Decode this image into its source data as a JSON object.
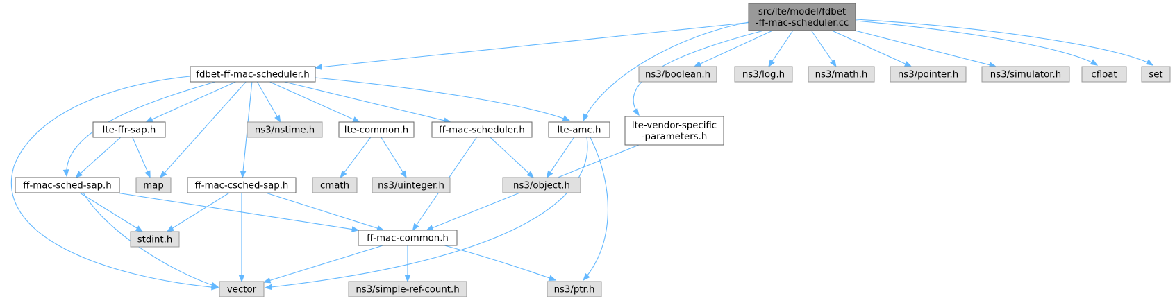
{
  "diagram": {
    "title": "Include dependency graph for fdbet-ff-mac-scheduler.cc",
    "nodes": {
      "root": [
        "src/lte/model/fdbet",
        "-ff-mac-scheduler.cc"
      ],
      "fdbet_h": [
        "fdbet-ff-mac-scheduler.h"
      ],
      "boolean": [
        "ns3/boolean.h"
      ],
      "log": [
        "ns3/log.h"
      ],
      "math": [
        "ns3/math.h"
      ],
      "pointer": [
        "ns3/pointer.h"
      ],
      "simulator": [
        "ns3/simulator.h"
      ],
      "cfloat": [
        "cfloat"
      ],
      "set": [
        "set"
      ],
      "lteffr": [
        "lte-ffr-sap.h"
      ],
      "nstime": [
        "ns3/nstime.h"
      ],
      "ltecommon": [
        "lte-common.h"
      ],
      "ffmacsched_h": [
        "ff-mac-scheduler.h"
      ],
      "lteamc": [
        "lte-amc.h"
      ],
      "vendor": [
        "lte-vendor-specific",
        "-parameters.h"
      ],
      "schedsap": [
        "ff-mac-sched-sap.h"
      ],
      "map": [
        "map"
      ],
      "cschedsap": [
        "ff-mac-csched-sap.h"
      ],
      "cmath": [
        "cmath"
      ],
      "uinteger": [
        "ns3/uinteger.h"
      ],
      "object": [
        "ns3/object.h"
      ],
      "stdint": [
        "stdint.h"
      ],
      "common": [
        "ff-mac-common.h"
      ],
      "vector": [
        "vector"
      ],
      "simpleref": [
        "ns3/simple-ref-count.h"
      ],
      "ptr": [
        "ns3/ptr.h"
      ]
    },
    "node_kinds": {
      "file": "root",
      "local_header": "doc",
      "system_header": "sys"
    },
    "edges": [
      [
        "root",
        "fdbet_h"
      ],
      [
        "root",
        "boolean"
      ],
      [
        "root",
        "log"
      ],
      [
        "root",
        "math"
      ],
      [
        "root",
        "pointer"
      ],
      [
        "root",
        "simulator"
      ],
      [
        "root",
        "cfloat"
      ],
      [
        "root",
        "set"
      ],
      [
        "root",
        "lteamc"
      ],
      [
        "root",
        "vendor"
      ],
      [
        "fdbet_h",
        "lteffr"
      ],
      [
        "fdbet_h",
        "nstime"
      ],
      [
        "fdbet_h",
        "ltecommon"
      ],
      [
        "fdbet_h",
        "ffmacsched_h"
      ],
      [
        "fdbet_h",
        "lteamc"
      ],
      [
        "fdbet_h",
        "schedsap"
      ],
      [
        "fdbet_h",
        "map"
      ],
      [
        "fdbet_h",
        "cschedsap"
      ],
      [
        "fdbet_h",
        "vector"
      ],
      [
        "lteffr",
        "schedsap"
      ],
      [
        "lteffr",
        "map"
      ],
      [
        "ltecommon",
        "cmath"
      ],
      [
        "ltecommon",
        "uinteger"
      ],
      [
        "ffmacsched_h",
        "object"
      ],
      [
        "ffmacsched_h",
        "common"
      ],
      [
        "lteamc",
        "object"
      ],
      [
        "lteamc",
        "vector"
      ],
      [
        "lteamc",
        "ptr"
      ],
      [
        "vendor",
        "common"
      ],
      [
        "schedsap",
        "stdint"
      ],
      [
        "schedsap",
        "common"
      ],
      [
        "schedsap",
        "vector"
      ],
      [
        "cschedsap",
        "stdint"
      ],
      [
        "cschedsap",
        "common"
      ],
      [
        "cschedsap",
        "vector"
      ],
      [
        "common",
        "vector"
      ],
      [
        "common",
        "simpleref"
      ],
      [
        "common",
        "ptr"
      ]
    ],
    "colors": {
      "edge": "#63b8ff",
      "root_fill": "#999999",
      "doc_fill": "#ffffff",
      "sys_fill": "#e0e0e0",
      "border_dark": "#666666",
      "border_light": "#999999"
    }
  }
}
